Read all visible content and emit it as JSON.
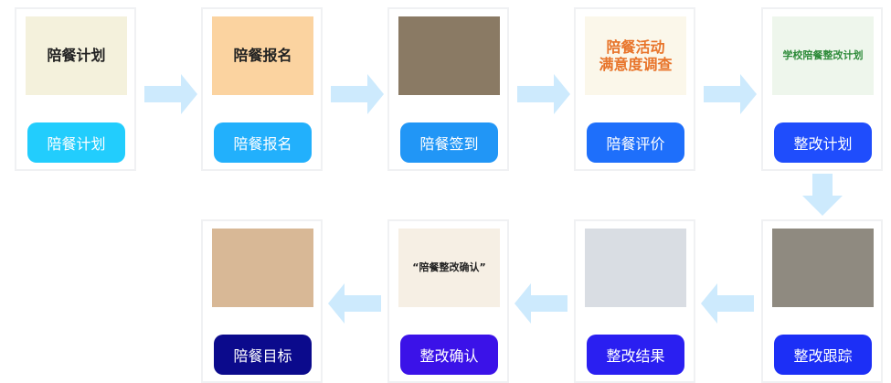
{
  "steps": [
    {
      "label": "陪餐计划",
      "color": "#22cdfd",
      "image_text": "陪餐计划",
      "image_bg": "#f4f1dc"
    },
    {
      "label": "陪餐报名",
      "color": "#22b0fc",
      "image_text": "陪餐报名",
      "image_bg": "#fbd3a0"
    },
    {
      "label": "陪餐签到",
      "color": "#2196f6",
      "image_text": "",
      "image_bg": "#8a7a64"
    },
    {
      "label": "陪餐评价",
      "color": "#1e6ffb",
      "image_text": "陪餐活动\n满意度调查",
      "image_bg": "#fbf7ea"
    },
    {
      "label": "整改计划",
      "color": "#1f4dfc",
      "image_text": "学校陪餐整改计划",
      "image_bg": "#eef6ec"
    },
    {
      "label": "整改跟踪",
      "color": "#1c2ff6",
      "image_text": "",
      "image_bg": "#8f8a80"
    },
    {
      "label": "整改结果",
      "color": "#2a1ff1",
      "image_text": "",
      "image_bg": "#d9dde3"
    },
    {
      "label": "整改确认",
      "color": "#3b12e8",
      "image_text": "“陪餐整改确认”",
      "image_bg": "#f6efe4"
    },
    {
      "label": "陪餐目标",
      "color": "#0b0a8c",
      "image_text": "",
      "image_bg": "#d8b896"
    }
  ],
  "arrow_color": "#cdeafd"
}
